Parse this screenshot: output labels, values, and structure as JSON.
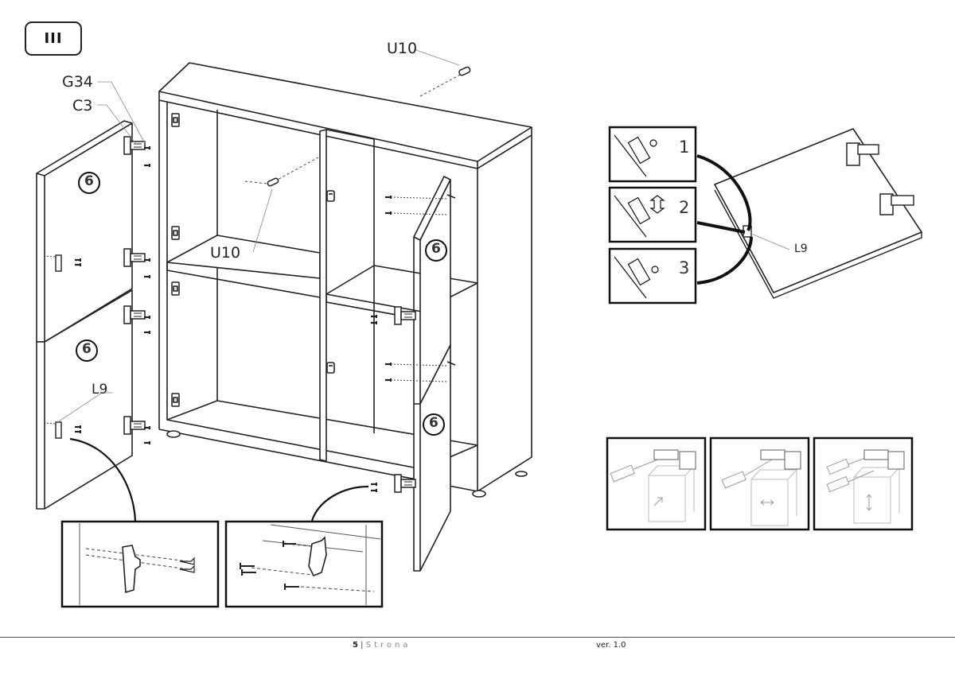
{
  "step": "III",
  "labels": {
    "u10_top": "U10",
    "u10_mid": "U10",
    "g34": "G34",
    "c3": "C3",
    "l9_left": "L9",
    "l9_right": "L9"
  },
  "door_number": "6",
  "adjust_steps": [
    "1",
    "2",
    "3"
  ],
  "footer": {
    "page_number": "5",
    "separator": "|",
    "page_word": "Strona",
    "version": "ver. 1.0"
  },
  "icons": [
    "cabinet-drawing",
    "door-panel",
    "hinge-icon",
    "mounting-plate-icon",
    "screw-icon",
    "screwdriver-icon",
    "adjust-arrow-icon"
  ]
}
